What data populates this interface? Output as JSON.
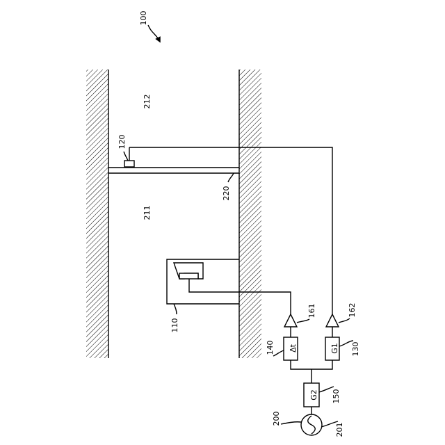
{
  "figure": {
    "ref_main": "100",
    "ref_upper_region": "212",
    "ref_lower_region": "211",
    "ref_sensor": "120",
    "ref_barrier": "220",
    "ref_speaker": "110",
    "ref_amp_delay": "161",
    "ref_amp_gain": "162",
    "ref_delay_block": "140",
    "ref_gain1_block": "130",
    "ref_gain2_block": "150",
    "ref_source": "200",
    "ref_source_out": "201",
    "delay_text": "Δt",
    "gain1_text": "G1",
    "gain2_text": "G2"
  }
}
